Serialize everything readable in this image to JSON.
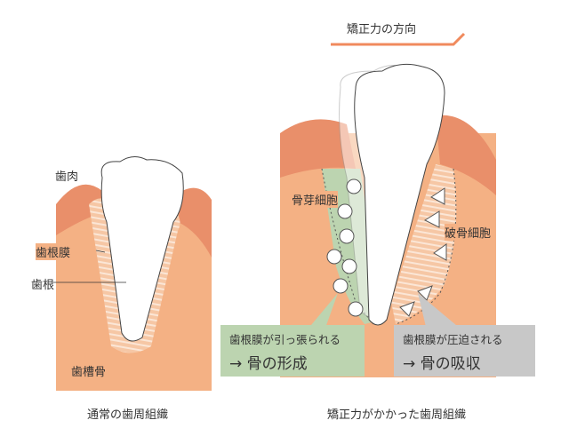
{
  "arrow_label": "矯正力の方向",
  "left": {
    "gum": "歯肉",
    "pdl": "歯根膜",
    "root": "歯根",
    "bone": "歯槽骨",
    "caption": "通常の歯周組織"
  },
  "right": {
    "osteoblast": "骨芽細胞",
    "osteoclast": "破骨細胞",
    "caption": "矯正力がかかった歯周組織",
    "tension_box": {
      "line1": "歯根膜が引っ張られる",
      "line2": "→ 骨の形成"
    },
    "compression_box": {
      "line1": "歯根膜が圧迫される",
      "line2": "→ 骨の吸収"
    }
  },
  "colors": {
    "bone": "#f4b184",
    "gum": "#e98f6a",
    "tension": "#bcd4b0",
    "compression": "#c8c8c8",
    "arrow": "#f08a5d"
  }
}
